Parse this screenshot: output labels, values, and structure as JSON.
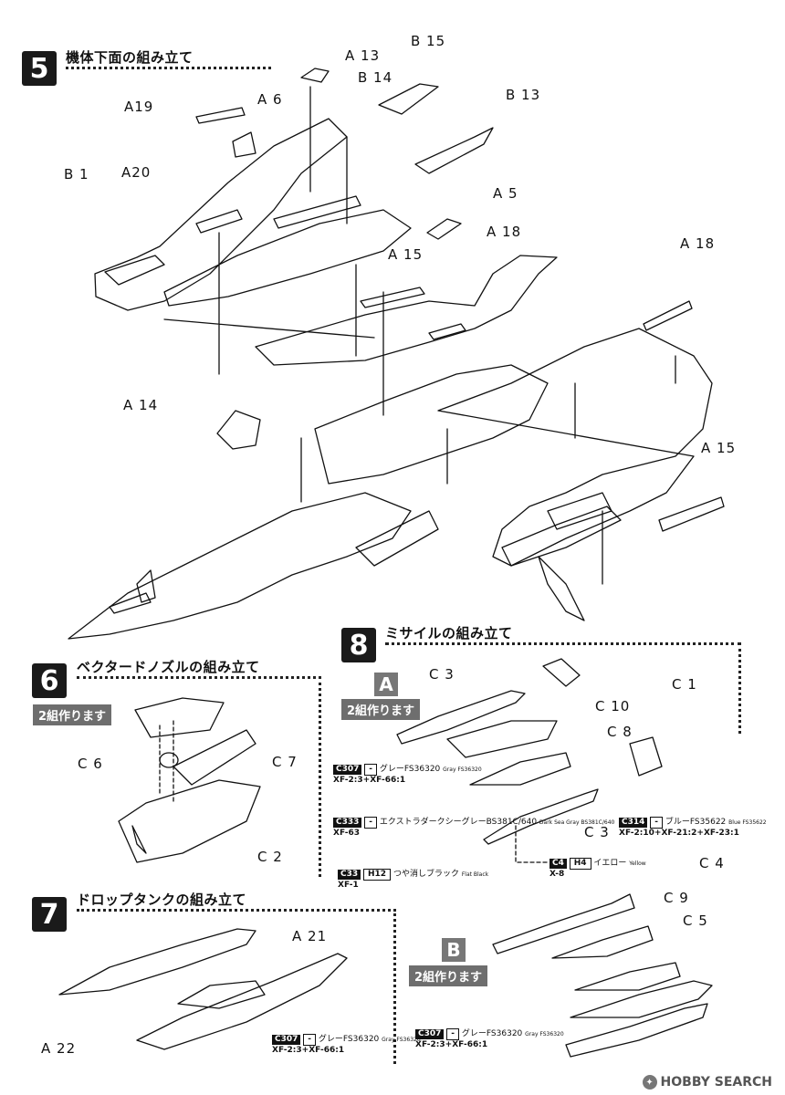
{
  "steps": {
    "s5": {
      "number": "5",
      "title": "機体下面の組み立て"
    },
    "s6": {
      "number": "6",
      "title": "ベクタードノズルの組み立て",
      "note": "2組作ります"
    },
    "s7": {
      "number": "7",
      "title": "ドロップタンクの組み立て"
    },
    "s8": {
      "number": "8",
      "title": "ミサイルの組み立て",
      "variant_a": {
        "letter": "A",
        "note": "2組作ります"
      },
      "variant_b": {
        "letter": "B",
        "note": "2組作ります"
      }
    }
  },
  "parts": {
    "a13": "A 13",
    "b15": "B 15",
    "b14": "B 14",
    "a19": "A19",
    "a6": "A 6",
    "b13": "B 13",
    "b1": "B 1",
    "a20": "A20",
    "a5": "A 5",
    "a18a": "A 18",
    "a18b": "A 18",
    "a15a": "A 15",
    "a14": "A 14",
    "a15b": "A 15",
    "c6": "C 6",
    "c7": "C 7",
    "c2": "C 2",
    "a21": "A 21",
    "a22": "A 22",
    "c3a": "C 3",
    "c1": "C 1",
    "c10": "C 10",
    "c8": "C 8",
    "c3b": "C 3",
    "c4": "C 4",
    "c9": "C 9",
    "c5": "C 5"
  },
  "paints": {
    "p1": {
      "code": "C307",
      "sub": "-",
      "name": "グレーFS36320",
      "en": "Gray FS36320",
      "mix": "XF-2:3+XF-66:1"
    },
    "p2": {
      "code": "C333",
      "sub": "-",
      "name": "エクストラダークシーグレーBS381C/640",
      "en": "Dark Sea Gray BS381C/640",
      "mix": "XF-63"
    },
    "p3": {
      "code": "C33",
      "sub": "H12",
      "name": "つや消しブラック",
      "en": "Flat Black",
      "mix": "XF-1"
    },
    "p4": {
      "code": "C314",
      "sub": "-",
      "name": "ブルーFS35622",
      "en": "Blue FS35622",
      "mix": "XF-2:10+XF-21:2+XF-23:1"
    },
    "p5": {
      "code": "C4",
      "sub": "H4",
      "name": "イエロー",
      "en": "Yellow",
      "mix": "X-8"
    },
    "p6": {
      "code": "C307",
      "sub": "-",
      "name": "グレーFS36320",
      "en": "Gray FS36320",
      "mix": "XF-2:3+XF-66:1"
    },
    "p7": {
      "code": "C307",
      "sub": "-",
      "name": "グレーFS36320",
      "en": "Gray FS36320",
      "mix": "XF-2:3+XF-66:1"
    }
  },
  "watermark": "HOBBY SEARCH"
}
